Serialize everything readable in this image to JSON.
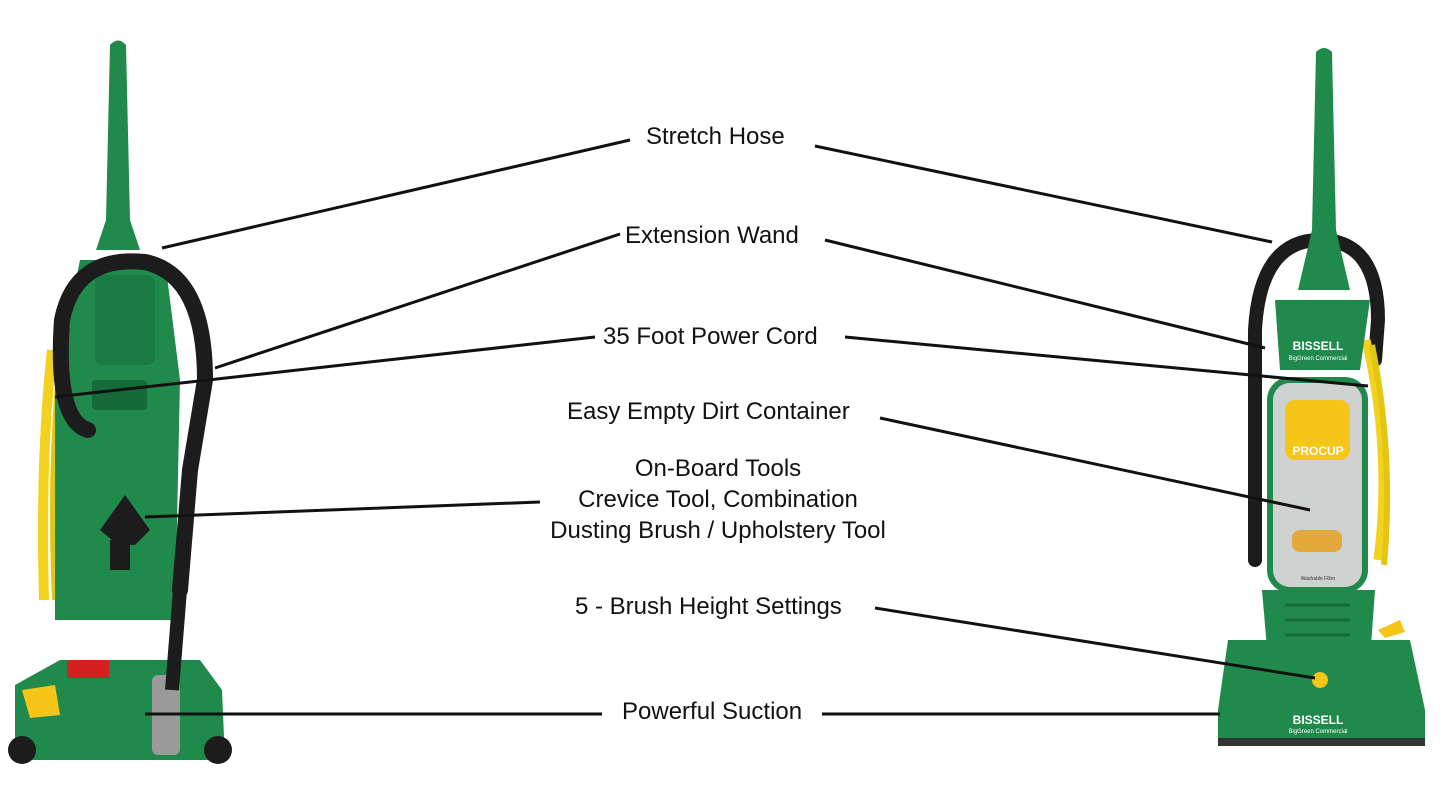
{
  "diagram": {
    "labels": {
      "stretch_hose": "Stretch Hose",
      "extension_wand": "Extension Wand",
      "power_cord": "35 Foot Power Cord",
      "dirt_container": "Easy Empty Dirt Container",
      "tools_line1": "On-Board Tools",
      "tools_line2": "Crevice Tool, Combination",
      "tools_line3": "Dusting Brush / Upholstery Tool",
      "brush_height": "5 - Brush Height Settings",
      "suction": "Powerful Suction"
    },
    "branding": {
      "brand_name": "BISSELL",
      "sub_brand": "BigGreen Commercial",
      "cup_name": "PROCUP",
      "filter_text": "Washable Filter"
    },
    "colors": {
      "body_green": "#1f8a4c",
      "dark_green": "#146a38",
      "hose_black": "#1c1c1c",
      "cord_yellow": "#f2d21c",
      "accent_yellow": "#f5c518",
      "accent_red": "#d62020",
      "leader_line": "#111111"
    }
  }
}
